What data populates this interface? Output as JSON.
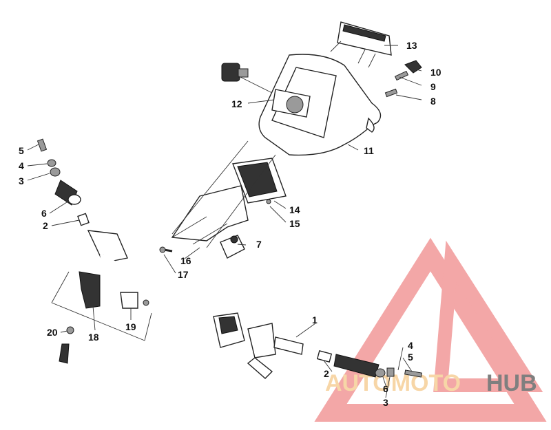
{
  "callouts": {
    "c1": "1",
    "c2a": "2",
    "c2b": "2",
    "c3a": "3",
    "c3b": "3",
    "c4a": "4",
    "c4b": "4",
    "c5a": "5",
    "c5b": "5",
    "c6a": "6",
    "c6b": "6",
    "c7": "7",
    "c8": "8",
    "c9": "9",
    "c10": "10",
    "c11": "11",
    "c12": "12",
    "c13": "13",
    "c14": "14",
    "c15": "15",
    "c16": "16",
    "c17": "17",
    "c18": "18",
    "c19": "19",
    "c20": "20"
  },
  "watermark": {
    "part1": "AUTOMOTO",
    "part2": "HUB",
    "color_primary": "#f08a8a",
    "color_secondary": "#f5c98a",
    "color_dark": "#555555"
  }
}
